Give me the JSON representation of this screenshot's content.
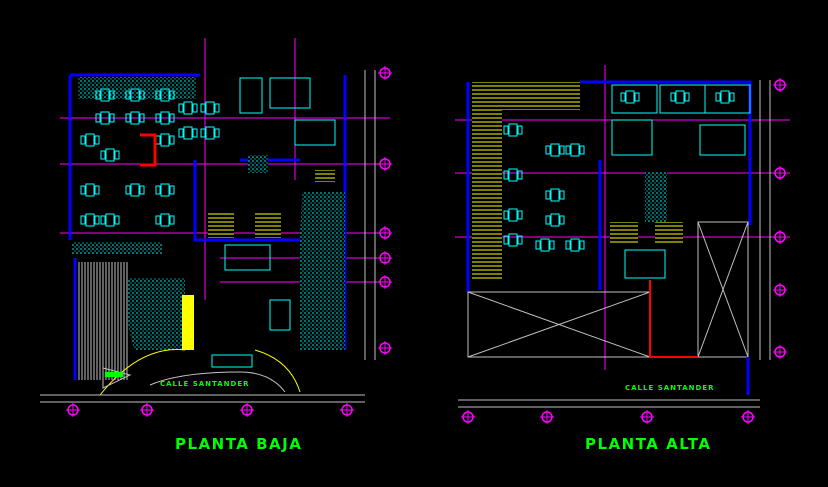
{
  "colors": {
    "background": "#000000",
    "walls": "#0000ff",
    "furniture": "#00ffff",
    "grid": "#ff00ff",
    "text": "#00ff00",
    "stairs": "#ffff00",
    "lines": "#c0c0c0",
    "red": "#ff0000"
  },
  "plans": [
    {
      "title": "PLANTA BAJA",
      "street": "CALLE SANTANDER"
    },
    {
      "title": "PLANTA ALTA",
      "street": "CALLE SANTANDER"
    }
  ]
}
